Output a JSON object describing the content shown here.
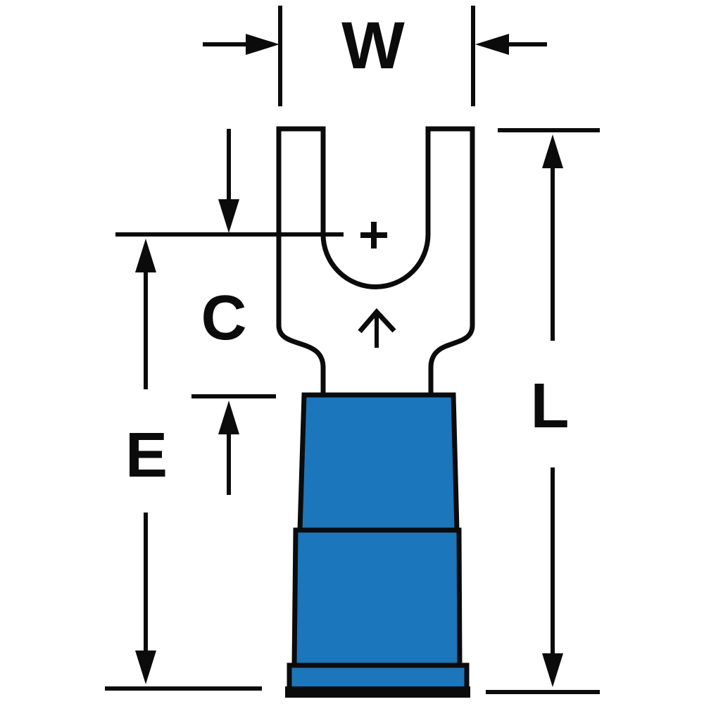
{
  "figure": {
    "background_color": "#ffffff",
    "line_color": "#0b0b0b",
    "insulation_color": "#1b76bc",
    "dimension_labels": {
      "fork_width": "W",
      "slot_depth": "C",
      "contact_length": "E",
      "overall_length": "L"
    },
    "markers": {
      "slot_center": "+",
      "wire_insert_direction": "up-arrow"
    }
  }
}
